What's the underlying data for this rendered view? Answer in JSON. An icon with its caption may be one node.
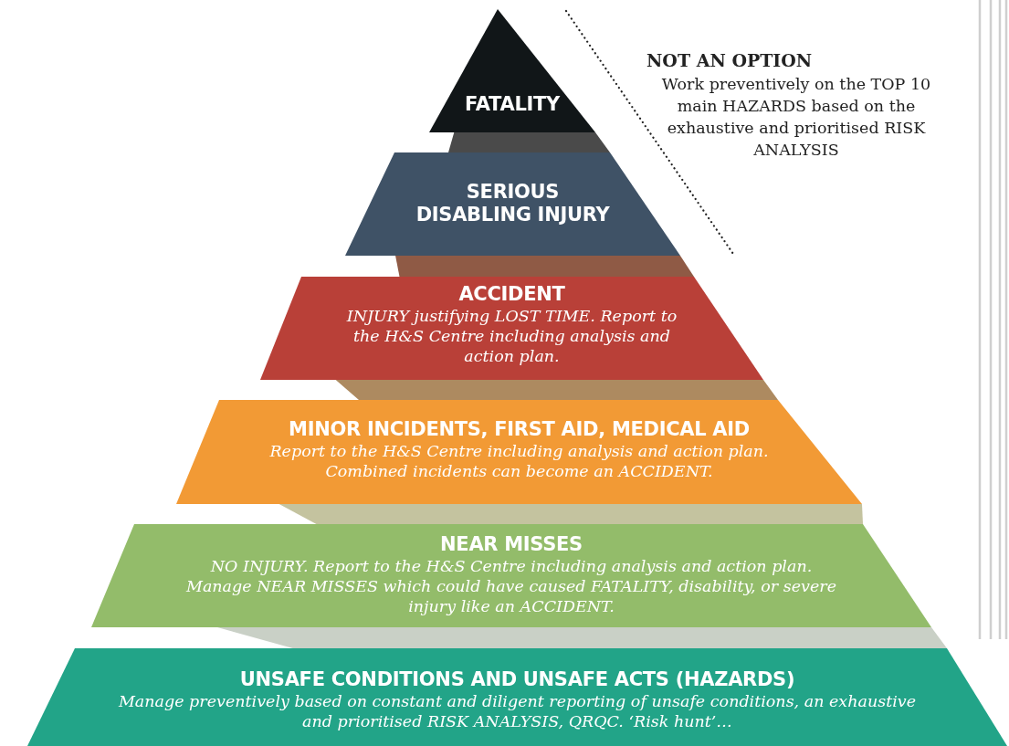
{
  "diagram": {
    "nodes": [
      {
        "text": [
          "FATALITY"
        ]
      },
      {
        "text": [
          "SERIOUS DISABLING INJURY"
        ]
      },
      {
        "text": [
          "ACCIDENT",
          "INJURY justifying LOST TIME. Report to the H&S Centre including analysis and action plan."
        ]
      },
      {
        "text": [
          "MINOR INCIDENTS, FIRST AID, MEDICAL AID",
          "Report to the H&S Centre including analysis and action plan. Combined incidents can become an ACCIDENT."
        ]
      },
      {
        "text": [
          "NEAR MISSES",
          "NO INJURY. Report to the H&S Centre including analysis and action plan. Manage NEAR MISSES which could have caused FATALITY, disability, or severe injury like an ACCIDENT."
        ]
      },
      {
        "text": [
          "UNSAFE CONDITIONS AND UNSAFE ACTS (HAZARDS)",
          "Manage preventively based on constant and diligent reporting of unsafe conditions, an exhaustive and prioritised RISK ANALYSIS, QRQC. ‘Risk hunt’…"
        ]
      }
    ],
    "edges": [],
    "labels": [
      "NOT AN OPTION",
      "Work preventively on the TOP 10 main HAZARDS based on the exhaustive and prioritised RISK ANALYSIS"
    ]
  }
}
